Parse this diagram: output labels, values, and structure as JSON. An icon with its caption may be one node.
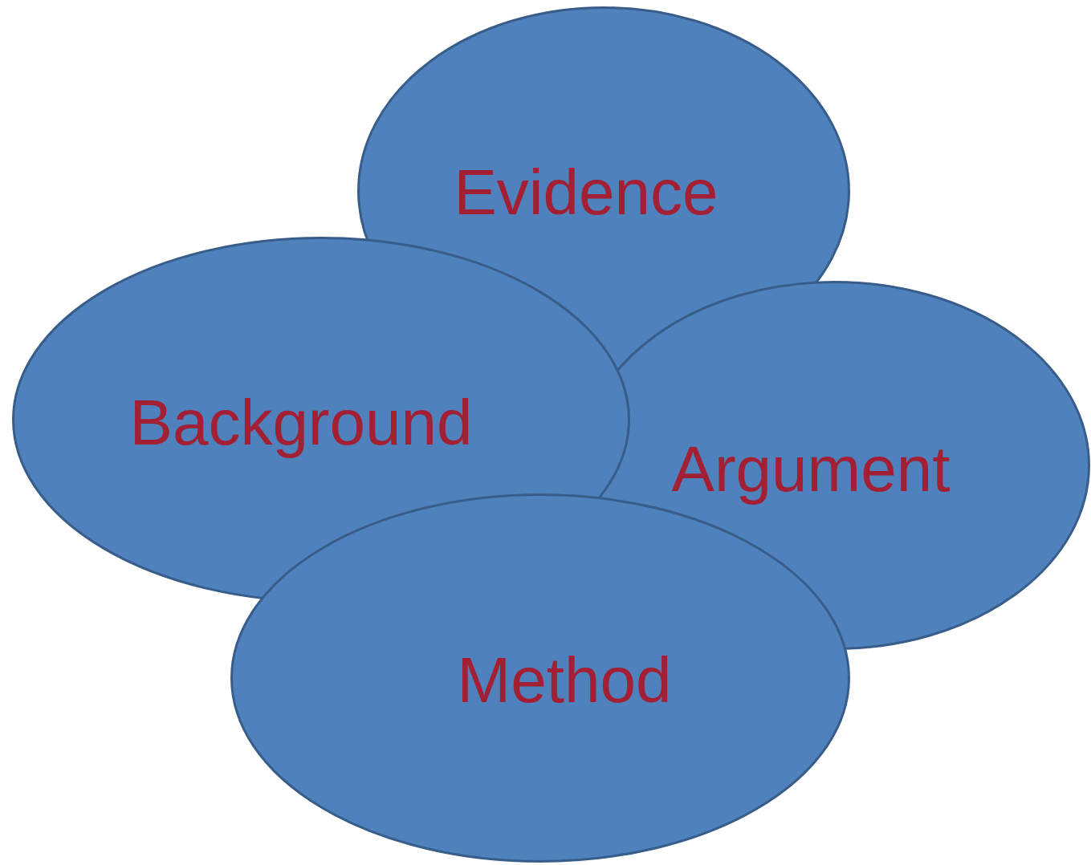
{
  "diagram": {
    "nodes": [
      {
        "text": [
          "Evidence"
        ]
      },
      {
        "text": [
          "Background"
        ]
      },
      {
        "text": [
          "Argument"
        ]
      },
      {
        "text": [
          "Method"
        ]
      }
    ]
  }
}
